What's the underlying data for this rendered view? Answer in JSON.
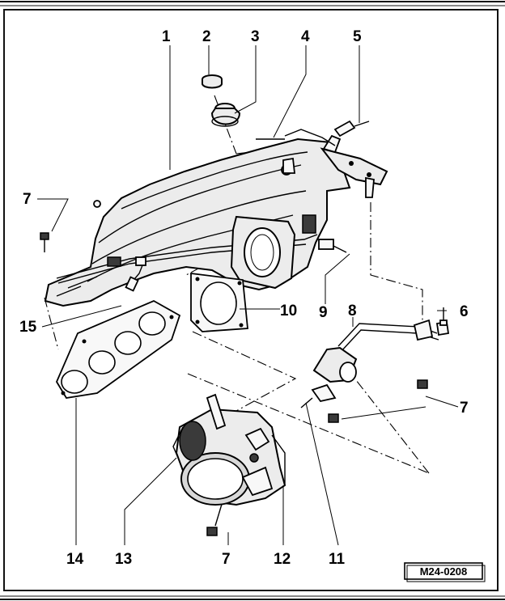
{
  "diagram": {
    "reference_code": "M24-0208",
    "callouts": [
      {
        "id": "c1",
        "label": "1"
      },
      {
        "id": "c2",
        "label": "2"
      },
      {
        "id": "c3",
        "label": "3"
      },
      {
        "id": "c4",
        "label": "4"
      },
      {
        "id": "c5",
        "label": "5"
      },
      {
        "id": "c6",
        "label": "6"
      },
      {
        "id": "c7a",
        "label": "7"
      },
      {
        "id": "c7b",
        "label": "7"
      },
      {
        "id": "c7c",
        "label": "7"
      },
      {
        "id": "c8",
        "label": "8"
      },
      {
        "id": "c9",
        "label": "9"
      },
      {
        "id": "c10",
        "label": "10"
      },
      {
        "id": "c11",
        "label": "11"
      },
      {
        "id": "c12",
        "label": "12"
      },
      {
        "id": "c13",
        "label": "13"
      },
      {
        "id": "c14",
        "label": "14"
      },
      {
        "id": "c15",
        "label": "15"
      }
    ]
  }
}
